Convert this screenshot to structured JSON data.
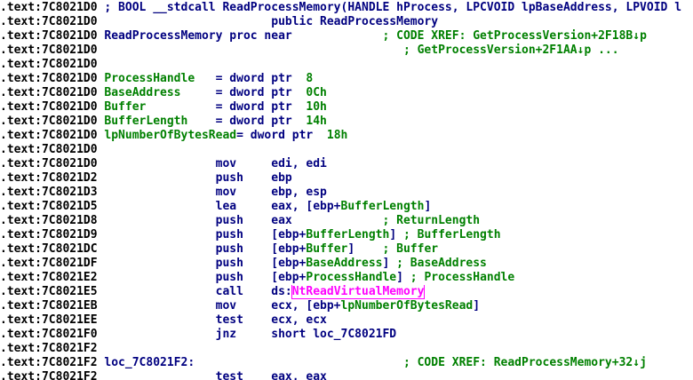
{
  "lines": [
    {
      "addr": ".text:7C8021D0",
      "parts": [
        {
          "t": " ",
          "c": ""
        },
        {
          "t": "; BOOL __stdcall ReadProcessMemory(HANDLE hProcess, LPCVOID lpBaseAddress, LPVOID l",
          "c": "lbl"
        }
      ]
    },
    {
      "addr": ".text:7C8021D0",
      "parts": [
        {
          "t": "                         public ReadProcessMemory",
          "c": "lbl"
        }
      ]
    },
    {
      "addr": ".text:7C8021D0",
      "parts": [
        {
          "t": " ReadProcessMemory proc near",
          "c": "lbl"
        },
        {
          "t": "             ; CODE XREF: GetProcessVersion+2F18B",
          "c": "cmt"
        },
        {
          "t": "↓",
          "c": "arr"
        },
        {
          "t": "p",
          "c": "cmt"
        }
      ]
    },
    {
      "addr": ".text:7C8021D0",
      "parts": [
        {
          "t": "                                            ; GetProcessVersion+2F1AA",
          "c": "cmt"
        },
        {
          "t": "↓",
          "c": "arr"
        },
        {
          "t": "p ...",
          "c": "cmt"
        }
      ]
    },
    {
      "addr": ".text:7C8021D0",
      "parts": []
    },
    {
      "addr": ".text:7C8021D0",
      "parts": [
        {
          "t": " ",
          "c": ""
        },
        {
          "t": "ProcessHandle",
          "c": "var"
        },
        {
          "t": "   = dword ptr  ",
          "c": "op"
        },
        {
          "t": "8",
          "c": "var"
        }
      ]
    },
    {
      "addr": ".text:7C8021D0",
      "parts": [
        {
          "t": " ",
          "c": ""
        },
        {
          "t": "BaseAddress",
          "c": "var"
        },
        {
          "t": "     = dword ptr  ",
          "c": "op"
        },
        {
          "t": "0Ch",
          "c": "var"
        }
      ]
    },
    {
      "addr": ".text:7C8021D0",
      "parts": [
        {
          "t": " ",
          "c": ""
        },
        {
          "t": "Buffer",
          "c": "var"
        },
        {
          "t": "          = dword ptr  ",
          "c": "op"
        },
        {
          "t": "10h",
          "c": "var"
        }
      ]
    },
    {
      "addr": ".text:7C8021D0",
      "parts": [
        {
          "t": " ",
          "c": ""
        },
        {
          "t": "BufferLength",
          "c": "var"
        },
        {
          "t": "    = dword ptr  ",
          "c": "op"
        },
        {
          "t": "14h",
          "c": "var"
        }
      ]
    },
    {
      "addr": ".text:7C8021D0",
      "parts": [
        {
          "t": " ",
          "c": ""
        },
        {
          "t": "lpNumberOfBytesRead",
          "c": "var"
        },
        {
          "t": "= dword ptr  ",
          "c": "op"
        },
        {
          "t": "18h",
          "c": "var"
        }
      ]
    },
    {
      "addr": ".text:7C8021D0",
      "parts": []
    },
    {
      "addr": ".text:7C8021D0",
      "parts": [
        {
          "t": "                 mov     edi, edi",
          "c": "mn"
        }
      ]
    },
    {
      "addr": ".text:7C8021D2",
      "parts": [
        {
          "t": "                 push    ebp",
          "c": "mn"
        }
      ]
    },
    {
      "addr": ".text:7C8021D3",
      "parts": [
        {
          "t": "                 mov     ebp, esp",
          "c": "mn"
        }
      ]
    },
    {
      "addr": ".text:7C8021D5",
      "parts": [
        {
          "t": "                 lea     eax, [ebp+",
          "c": "mn"
        },
        {
          "t": "BufferLength",
          "c": "var"
        },
        {
          "t": "]",
          "c": "mn"
        }
      ]
    },
    {
      "addr": ".text:7C8021D8",
      "parts": [
        {
          "t": "                 push    eax",
          "c": "mn"
        },
        {
          "t": "             ; ReturnLength",
          "c": "cmt"
        }
      ]
    },
    {
      "addr": ".text:7C8021D9",
      "parts": [
        {
          "t": "                 push    [ebp+",
          "c": "mn"
        },
        {
          "t": "BufferLength",
          "c": "var"
        },
        {
          "t": "] ",
          "c": "mn"
        },
        {
          "t": "; BufferLength",
          "c": "cmt"
        }
      ]
    },
    {
      "addr": ".text:7C8021DC",
      "parts": [
        {
          "t": "                 push    [ebp+",
          "c": "mn"
        },
        {
          "t": "Buffer",
          "c": "var"
        },
        {
          "t": "]    ",
          "c": "mn"
        },
        {
          "t": "; Buffer",
          "c": "cmt"
        }
      ]
    },
    {
      "addr": ".text:7C8021DF",
      "parts": [
        {
          "t": "                 push    [ebp+",
          "c": "mn"
        },
        {
          "t": "BaseAddress",
          "c": "var"
        },
        {
          "t": "] ",
          "c": "mn"
        },
        {
          "t": "; BaseAddress",
          "c": "cmt"
        }
      ]
    },
    {
      "addr": ".text:7C8021E2",
      "parts": [
        {
          "t": "                 push    [ebp+",
          "c": "mn"
        },
        {
          "t": "ProcessHandle",
          "c": "var"
        },
        {
          "t": "] ",
          "c": "mn"
        },
        {
          "t": "; ProcessHandle",
          "c": "cmt"
        }
      ]
    },
    {
      "addr": ".text:7C8021E5",
      "parts": [
        {
          "t": "                 call    ds:",
          "c": "mn"
        },
        {
          "t": "NtReadVirtualMemory",
          "c": "ext"
        }
      ]
    },
    {
      "addr": ".text:7C8021EB",
      "parts": [
        {
          "t": "                 mov     ecx, [ebp+",
          "c": "mn"
        },
        {
          "t": "lpNumberOfBytesRead",
          "c": "var"
        },
        {
          "t": "]",
          "c": "mn"
        }
      ]
    },
    {
      "addr": ".text:7C8021EE",
      "parts": [
        {
          "t": "                 test    ecx, ecx",
          "c": "mn"
        }
      ]
    },
    {
      "addr": ".text:7C8021F0",
      "parts": [
        {
          "t": "                 jnz     short loc_7C8021FD",
          "c": "mn"
        }
      ]
    },
    {
      "addr": ".text:7C8021F2",
      "parts": []
    },
    {
      "addr": ".text:7C8021F2",
      "parts": [
        {
          "t": " loc_7C8021F2:",
          "c": "lbl"
        },
        {
          "t": "                              ; CODE XREF: ReadProcessMemory+32",
          "c": "cmt"
        },
        {
          "t": "↓",
          "c": "arr"
        },
        {
          "t": "j",
          "c": "cmt"
        }
      ]
    },
    {
      "addr": ".text:7C8021F2",
      "parts": [
        {
          "t": "                 test    eax, eax",
          "c": "mn"
        }
      ]
    }
  ]
}
